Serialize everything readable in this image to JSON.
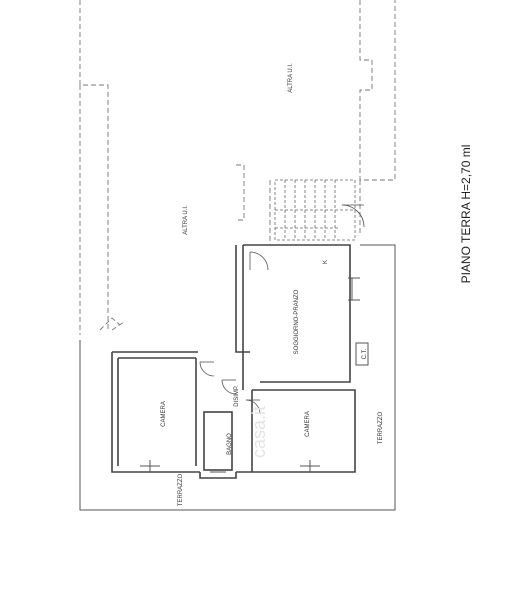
{
  "plan": {
    "title": "PIANO TERRA H=2,70 ml",
    "labels": {
      "altra_top": "ALTRA U.I.",
      "altra_left": "ALTRA U.I.",
      "soggiorno": "SOGGIORNO-PRANZO",
      "k": "K",
      "ct": "C.T.",
      "camera_left": "CAMERA",
      "disimp": "DISIMP.",
      "bagno": "BAGNO",
      "camera_right": "CAMERA",
      "terrazzo_right": "TERRAZZO",
      "terrazzo_bottom": "TERRAZZO"
    },
    "watermark": "casa.it"
  }
}
